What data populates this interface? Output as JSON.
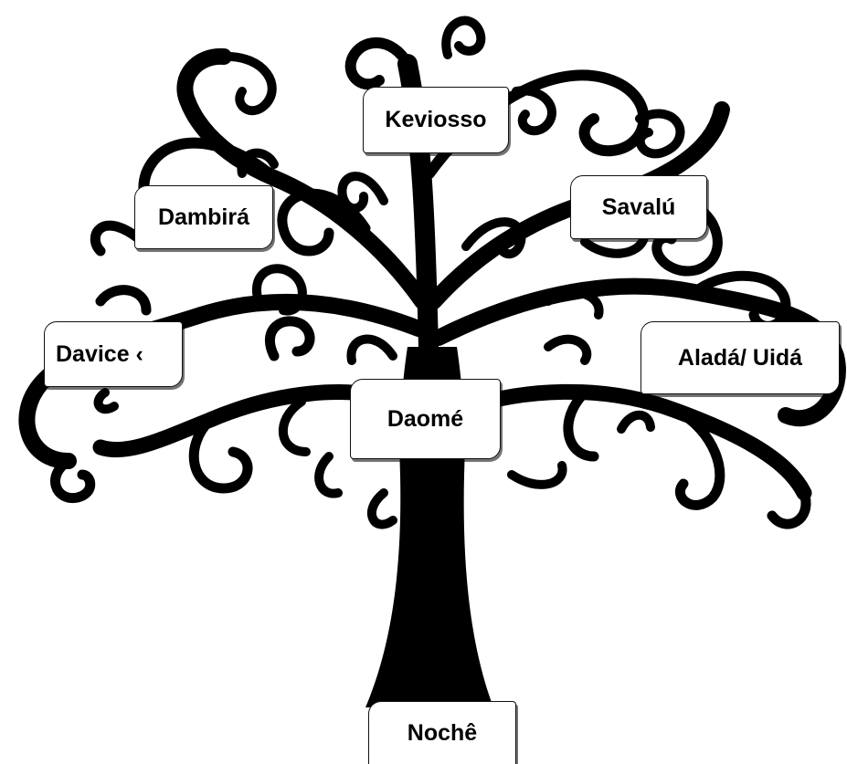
{
  "diagram": {
    "type": "family-tree",
    "colors": {
      "tree": "#000000",
      "box_fill": "#ffffff",
      "box_border": "#111111",
      "text": "#000000"
    },
    "nodes": {
      "keviosso": "Keviosso",
      "savalu": "Savalú",
      "dambira": "Dambirá",
      "davice": "Davice ‹",
      "alada_uida": "Aladá/ Uidá",
      "daome": "Daomé",
      "noche": "Nochê"
    }
  }
}
